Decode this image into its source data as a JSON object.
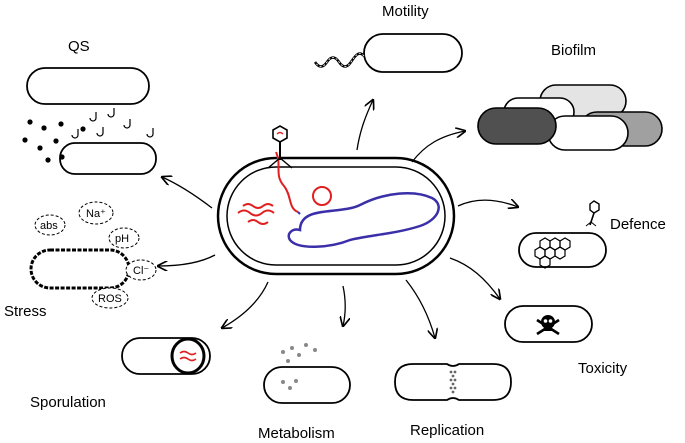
{
  "labels": {
    "qs": "QS",
    "motility": "Motility",
    "biofilm": "Biofilm",
    "defence": "Defence",
    "toxicity": "Toxicity",
    "replication": "Replication",
    "metabolism": "Metabolism",
    "sporulation": "Sporulation",
    "stress": "Stress"
  },
  "stress_bubbles": {
    "abs": "abs",
    "na": "Na⁺",
    "ph": "pH",
    "cl": "Cl⁻",
    "ros": "ROS"
  },
  "colors": {
    "red": "#e02020",
    "blue": "#3a2fa8",
    "black": "#000000"
  }
}
